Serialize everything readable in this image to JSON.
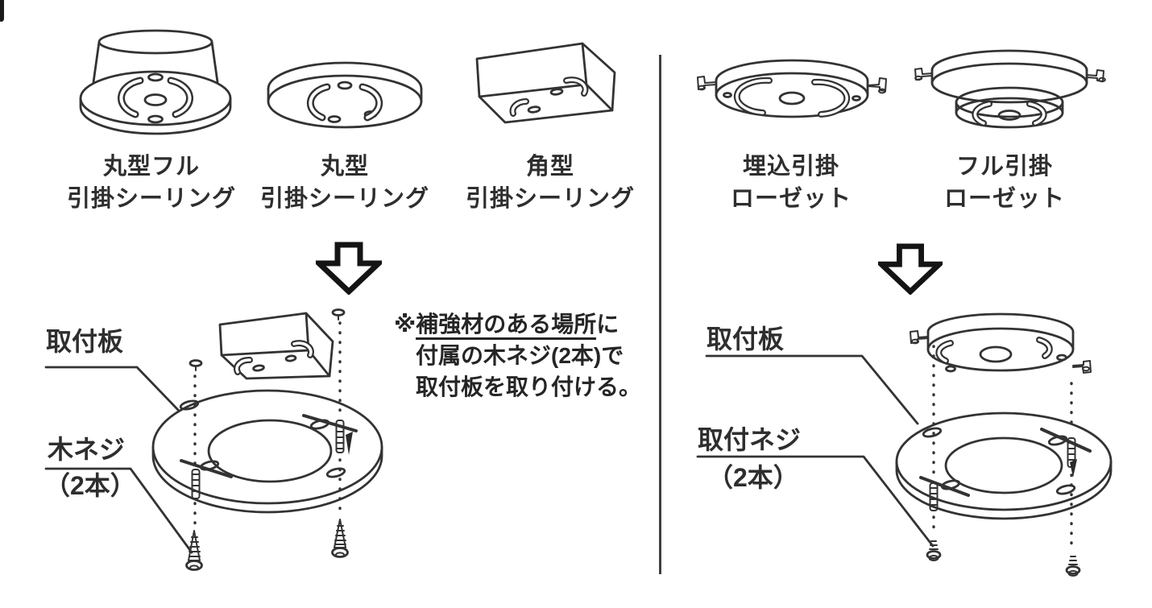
{
  "colors": {
    "line_art": "#333333",
    "text": "#2a2a2a",
    "arrow_outline": "#141414",
    "background": "#ffffff"
  },
  "left_section": {
    "mounts": [
      {
        "icon": "round-full-hook-ceiling-icon",
        "name_line1": "丸型フル",
        "name_line2": "引掛シーリング"
      },
      {
        "icon": "round-hook-ceiling-icon",
        "name_line1": "丸型",
        "name_line2": "引掛シーリング"
      },
      {
        "icon": "square-hook-ceiling-icon",
        "name_line1": "角型",
        "name_line2": "引掛シーリング"
      }
    ],
    "arrow_icon": "down-arrow-icon",
    "diagram": {
      "plate_label": "取付板",
      "screw_label_line1": "木ネジ",
      "screw_label_line2": "（2本）"
    },
    "note": {
      "prefix": "※",
      "underlined": "補強材のある場所",
      "line1_suffix": "に",
      "line2": "付属の木ネジ(2本)で",
      "line3": "取付板を取り付ける。"
    }
  },
  "right_section": {
    "mounts": [
      {
        "icon": "recessed-hook-rosette-icon",
        "name_line1": "埋込引掛",
        "name_line2": "ローゼット"
      },
      {
        "icon": "full-hook-rosette-icon",
        "name_line1": "フル引掛",
        "name_line2": "ローゼット"
      }
    ],
    "arrow_icon": "down-arrow-icon",
    "diagram": {
      "plate_label": "取付板",
      "screw_label_line1": "取付ネジ",
      "screw_label_line2": "（2本）"
    }
  }
}
